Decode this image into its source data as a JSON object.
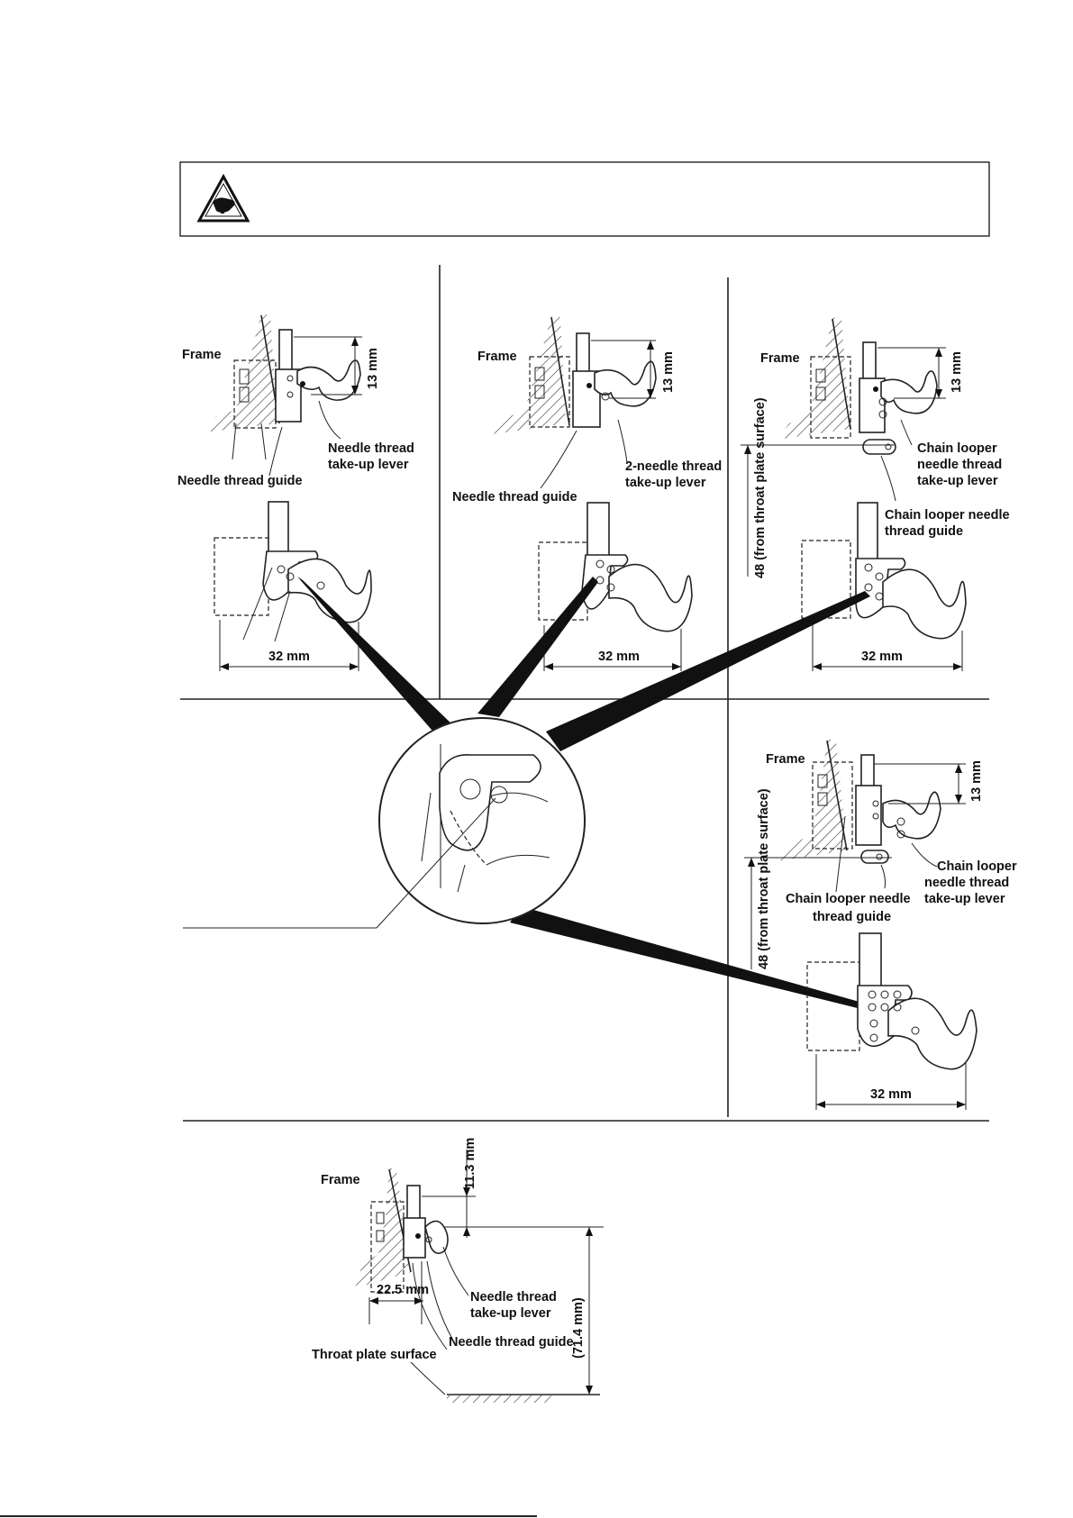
{
  "warning_icon": "hand-caution-icon",
  "labels": {
    "frame": "Frame",
    "dim_13mm": "13 mm",
    "dim_32mm": "32 mm",
    "dim_11_3mm": "11.3 mm",
    "dim_22_5mm": "22.5 mm",
    "dim_71_4mm": "(71.4 mm)",
    "dim_48_from_throat": "48 (from throat plate surface)",
    "needle_thread_guide": "Needle thread guide",
    "needle_thread_takeup_1": "Needle thread",
    "needle_thread_takeup_2": "take-up lever",
    "two_needle_takeup_1": "2-needle thread",
    "two_needle_takeup_2": "take-up lever",
    "chain_looper_takeup_1": "Chain looper",
    "chain_looper_takeup_2": "needle thread",
    "chain_looper_takeup_3": "take-up lever",
    "chain_looper_guide_1": "Chain looper needle",
    "chain_looper_guide_2": "thread guide",
    "throat_plate_surface": "Throat plate surface"
  },
  "colors": {
    "ink": "#111111",
    "background": "#ffffff"
  }
}
